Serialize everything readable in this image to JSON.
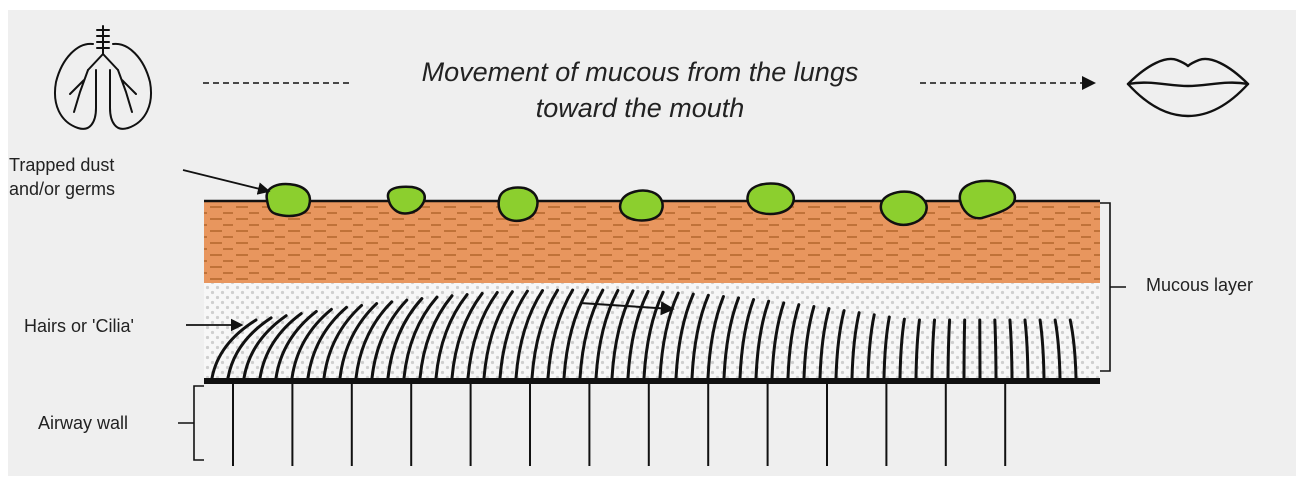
{
  "caption": {
    "line1": "Movement of mucous from the lungs",
    "line2": "toward the mouth"
  },
  "labels": {
    "trapped_line1": "Trapped dust",
    "trapped_line2": "and/or germs",
    "mucous_layer": "Mucous layer",
    "hairs": "Hairs or 'Cilia'",
    "airway_wall": "Airway wall"
  },
  "icons": {
    "left": "lungs-icon",
    "right": "lips-icon"
  },
  "colors": {
    "background": "#efefef",
    "mucus": "#e8965e",
    "mucus_dash": "#b5692f",
    "particle": "#8ccf2e",
    "ink": "#111111",
    "dots": "#cfcfcf"
  }
}
